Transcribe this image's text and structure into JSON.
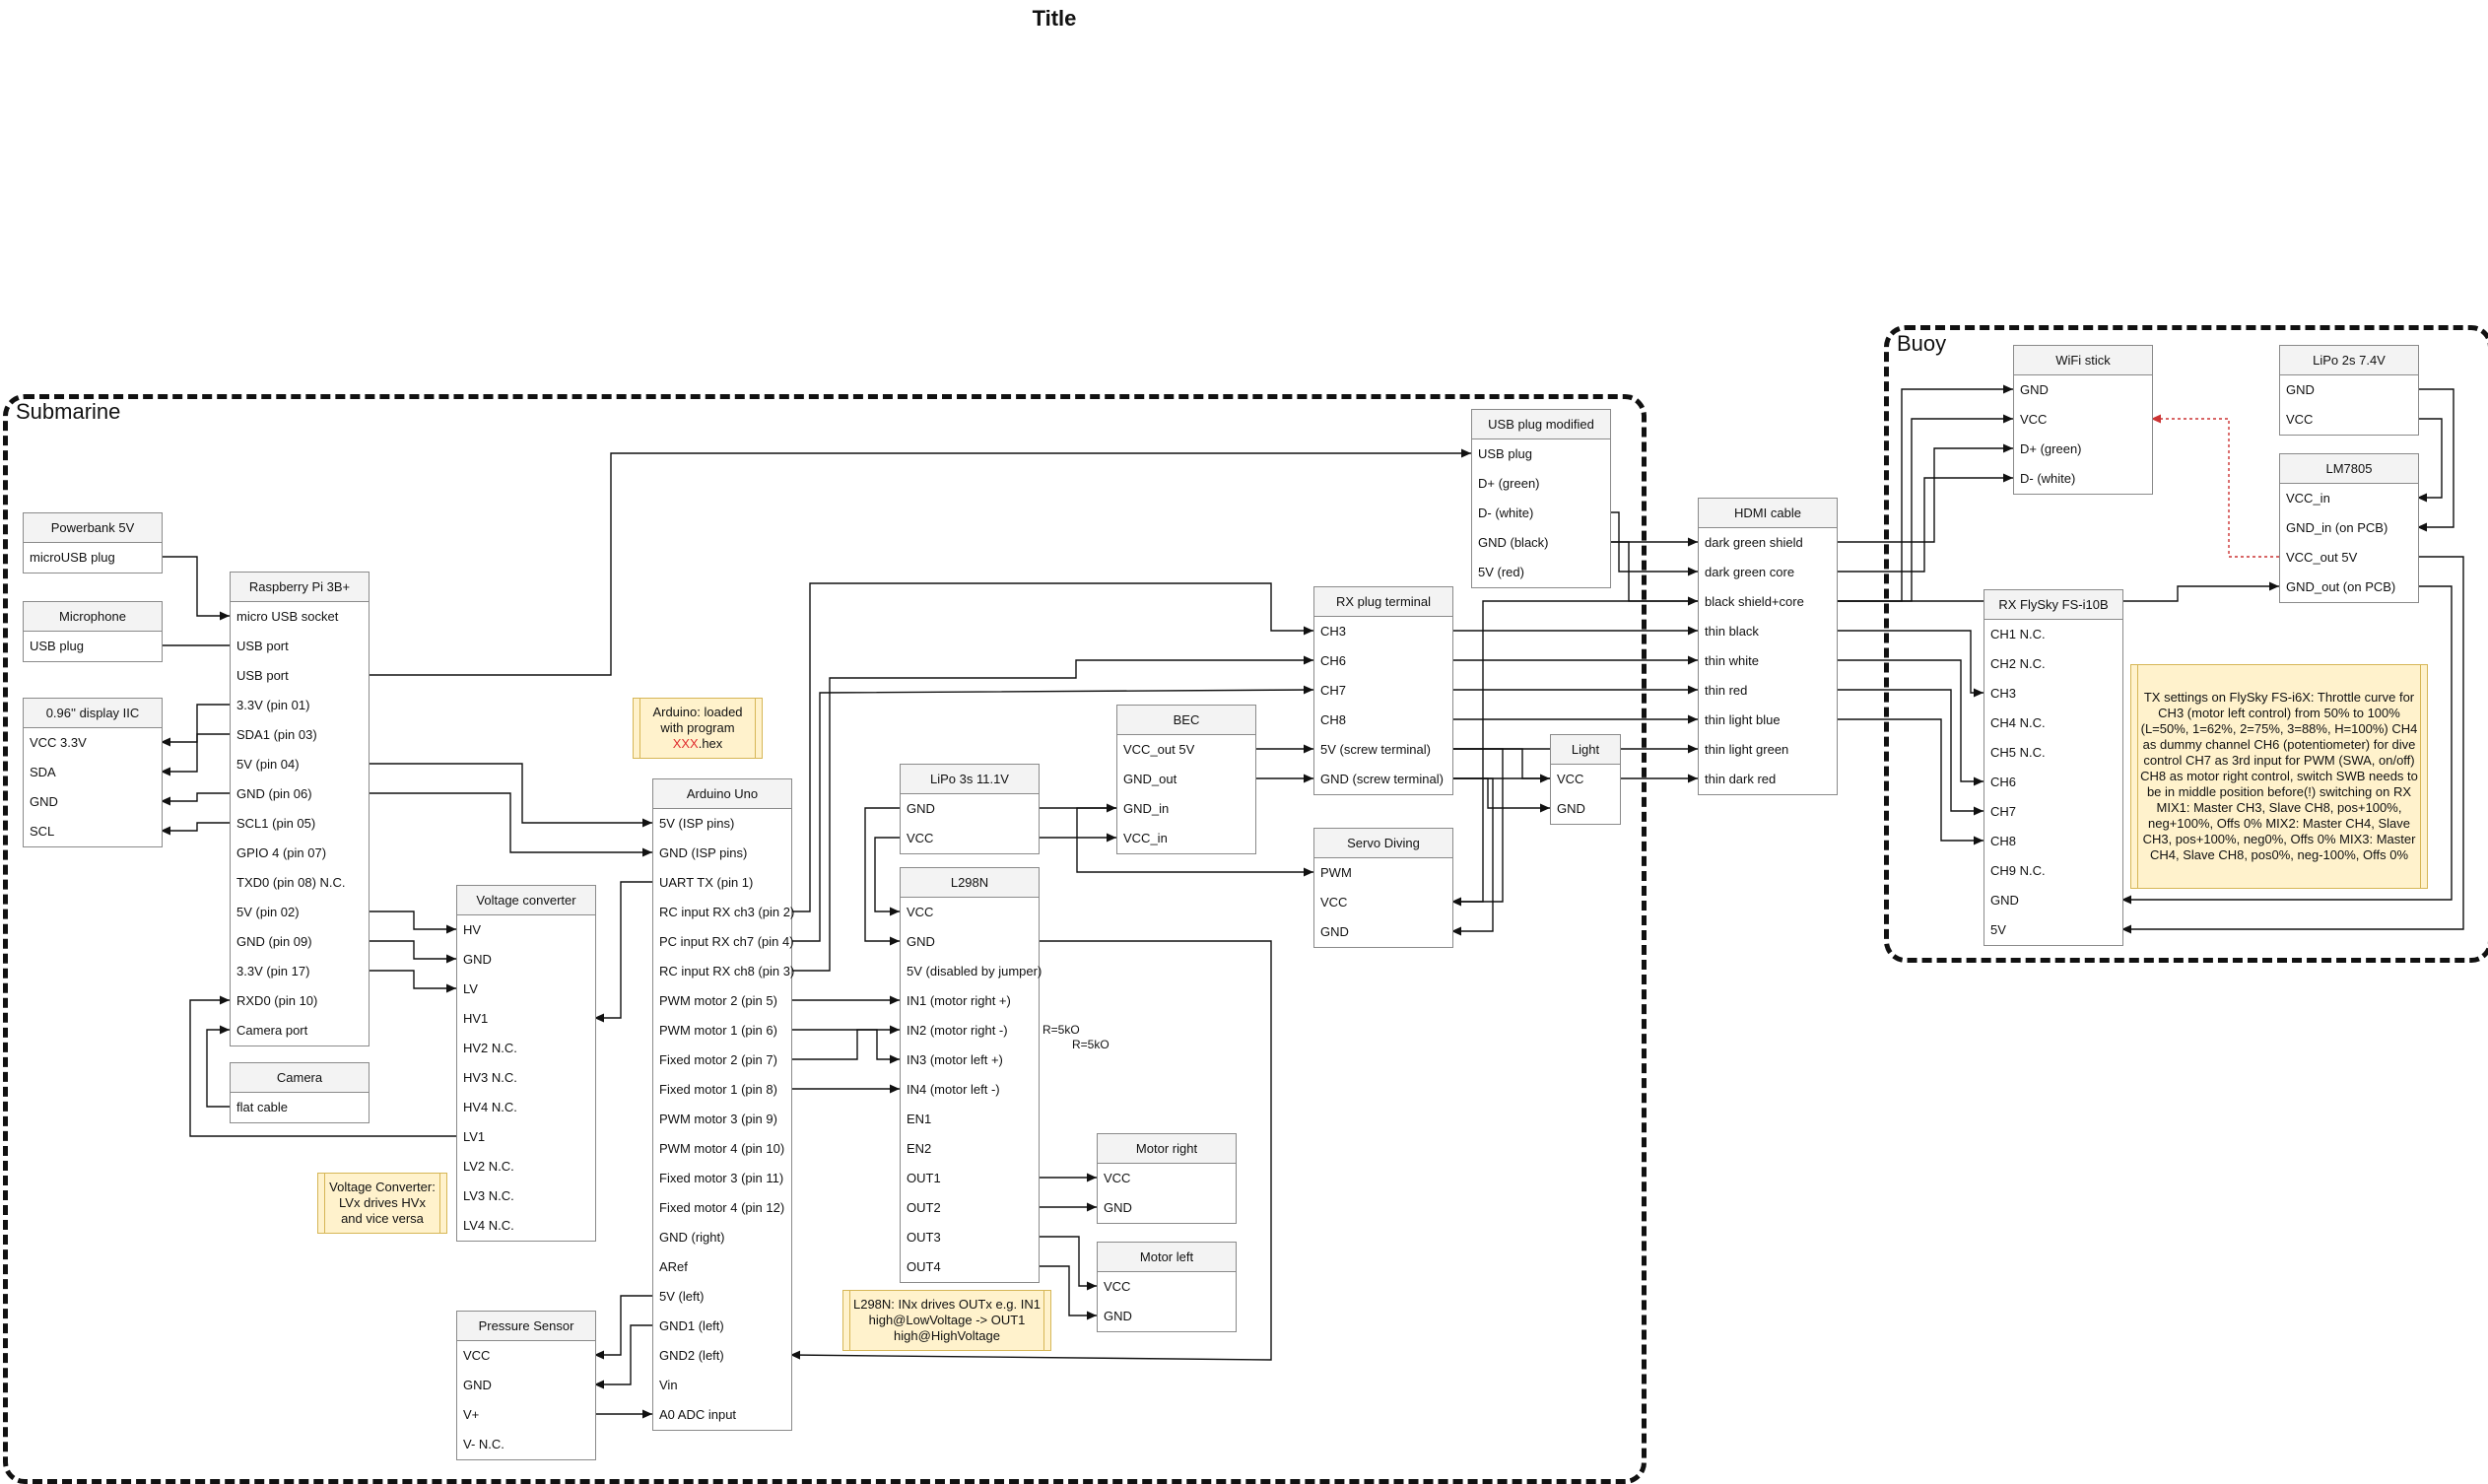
{
  "title": "Title",
  "groups": {
    "submarine": "Submarine",
    "buoy": "Buoy"
  },
  "blocks": {
    "powerbank": {
      "title": "Powerbank 5V",
      "ports": [
        "microUSB plug"
      ]
    },
    "microphone": {
      "title": "Microphone",
      "ports": [
        "USB plug"
      ]
    },
    "display": {
      "title": "0.96'' display IIC",
      "ports": [
        "VCC 3.3V",
        "SDA",
        "GND",
        "SCL"
      ]
    },
    "rpi": {
      "title": "Raspberry Pi 3B+",
      "ports": [
        "micro USB socket",
        "USB port",
        "USB port",
        "3.3V (pin 01)",
        "SDA1 (pin 03)",
        "5V (pin 04)",
        "GND (pin 06)",
        "SCL1 (pin 05)",
        "GPIO 4 (pin 07)",
        "TXD0 (pin 08) N.C.",
        "5V (pin 02)",
        "GND (pin 09)",
        "3.3V (pin 17)",
        "RXD0 (pin 10)",
        "Camera port"
      ]
    },
    "camera": {
      "title": "Camera",
      "ports": [
        "flat cable"
      ]
    },
    "vconv": {
      "title": "Voltage converter",
      "ports": [
        "HV",
        "GND",
        "LV",
        "HV1",
        "HV2 N.C.",
        "HV3 N.C.",
        "HV4 N.C.",
        "LV1",
        "LV2 N.C.",
        "LV3 N.C.",
        "LV4 N.C."
      ]
    },
    "pressure": {
      "title": "Pressure Sensor",
      "ports": [
        "VCC",
        "GND",
        "V+",
        "V- N.C."
      ]
    },
    "arduino": {
      "title": "Arduino Uno",
      "ports": [
        "5V (ISP pins)",
        "GND (ISP pins)",
        "UART TX (pin 1)",
        "RC input RX ch3 (pin 2)",
        "PC input RX ch7 (pin 4)",
        "RC input RX ch8 (pin 3)",
        "PWM motor 2 (pin 5)",
        "PWM motor 1 (pin 6)",
        "Fixed motor 2 (pin 7)",
        "Fixed motor 1 (pin 8)",
        "PWM motor 3 (pin 9)",
        "PWM motor 4 (pin 10)",
        "Fixed motor 3 (pin 11)",
        "Fixed motor 4 (pin 12)",
        "GND (right)",
        "ARef",
        "5V (left)",
        "GND1 (left)",
        "GND2 (left)",
        "Vin",
        "A0 ADC input"
      ]
    },
    "lipo3s": {
      "title": "LiPo 3s 11.1V",
      "ports": [
        "GND",
        "VCC"
      ]
    },
    "l298n": {
      "title": "L298N",
      "ports": [
        "VCC",
        "GND",
        "5V (disabled by jumper)",
        "IN1 (motor right +)",
        "IN2 (motor right -)",
        "IN3 (motor left +)",
        "IN4 (motor left -)",
        "EN1",
        "EN2",
        "OUT1",
        "OUT2",
        "OUT3",
        "OUT4"
      ]
    },
    "bec": {
      "title": "BEC",
      "ports": [
        "VCC_out 5V",
        "GND_out",
        "GND_in",
        "VCC_in"
      ]
    },
    "motorright": {
      "title": "Motor right",
      "ports": [
        "VCC",
        "GND"
      ]
    },
    "motorleft": {
      "title": "Motor left",
      "ports": [
        "VCC",
        "GND"
      ]
    },
    "rxplug": {
      "title": "RX plug terminal",
      "ports": [
        "CH3",
        "CH6",
        "CH7",
        "CH8",
        "5V (screw terminal)",
        "GND (screw terminal)"
      ]
    },
    "servo": {
      "title": "Servo Diving",
      "ports": [
        "PWM",
        "VCC",
        "GND"
      ]
    },
    "light": {
      "title": "Light",
      "ports": [
        "VCC",
        "GND"
      ]
    },
    "usbplug": {
      "title": "USB plug modified",
      "ports": [
        "USB plug",
        "D+ (green)",
        "D- (white)",
        "GND (black)",
        "5V (red)"
      ]
    },
    "hdmi": {
      "title": "HDMI cable",
      "ports": [
        "dark green shield",
        "dark green core",
        "black shield+core",
        "thin black",
        "thin white",
        "thin red",
        "thin light blue",
        "thin light green",
        "thin dark red"
      ]
    },
    "wifi": {
      "title": "WiFi stick",
      "ports": [
        "GND",
        "VCC",
        "D+ (green)",
        "D- (white)"
      ]
    },
    "lipo2s": {
      "title": "LiPo 2s 7.4V",
      "ports": [
        "GND",
        "VCC"
      ]
    },
    "lm7805": {
      "title": "LM7805",
      "ports": [
        "VCC_in",
        "GND_in (on PCB)",
        "VCC_out 5V",
        "GND_out (on PCB)"
      ]
    },
    "rx": {
      "title": "RX FlySky FS-i10B",
      "ports": [
        "CH1 N.C.",
        "CH2 N.C.",
        "CH3",
        "CH4 N.C.",
        "CH5 N.C.",
        "CH6",
        "CH7",
        "CH8",
        "CH9 N.C.",
        "GND",
        "5V"
      ]
    }
  },
  "notes": {
    "arduino": {
      "prefix": "Arduino: loaded with program ",
      "highlight": "XXX",
      "suffix": ".hex"
    },
    "voltage": "Voltage Converter: LVx drives HVx and vice versa",
    "l298n": "L298N: INx drives OUTx e.g. IN1 high@LowVoltage -> OUT1 high@HighVoltage",
    "tx": "TX settings on FlySky FS-i6X: Throttle curve for CH3 (motor left control) from 50% to 100% (L=50%, 1=62%, 2=75%, 3=88%, H=100%) CH4 as dummy channel CH6 (potentiometer) for dive control CH7 as 3rd input for PWM (SWA, on/off) CH8 as motor right control, switch SWB needs to be in middle position before(!) switching on RX MIX1: Master CH3, Slave CH8, pos+100%, neg+100%, Offs 0% MIX2: Master CH4, Slave CH3, pos+100%, neg0%, Offs 0% MIX3: Master CH4, Slave CH8, pos0%, neg-100%, Offs 0%"
  },
  "resistors": [
    "R=5kO",
    "R=5kO"
  ]
}
